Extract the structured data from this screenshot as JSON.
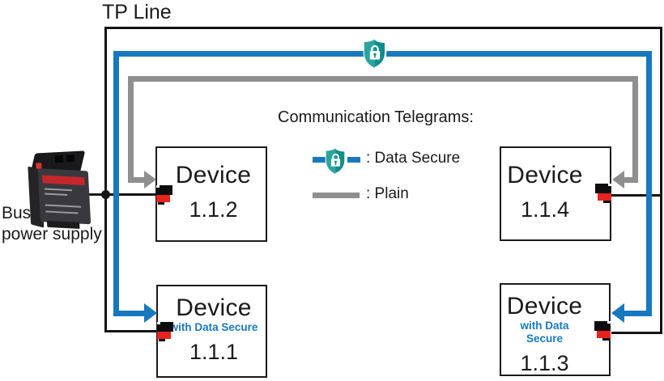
{
  "diagram_title": "TP Line",
  "power_supply": {
    "label_line1": "Bus",
    "label_line2": "power supply"
  },
  "legend": {
    "title": "Communication Telegrams:",
    "data_secure_label": ": Data Secure",
    "plain_label": ": Plain"
  },
  "devices": [
    {
      "name": "Device",
      "address": "1.1.2",
      "secure": false
    },
    {
      "name": "Device",
      "address": "1.1.4",
      "secure": false
    },
    {
      "name": "Device",
      "address": "1.1.1",
      "secure": true,
      "secure_label": "with Data Secure"
    },
    {
      "name": "Device",
      "address": "1.1.3",
      "secure": true,
      "secure_label": "with Data Secure"
    }
  ],
  "colors": {
    "secure_blue": "#1778be",
    "plain_gray": "#8f8f8f",
    "bus_black": "#141414",
    "shield_teal": "#0f8d88",
    "shield_teal_light": "#2ba49f",
    "connector_red": "#e8221e"
  }
}
